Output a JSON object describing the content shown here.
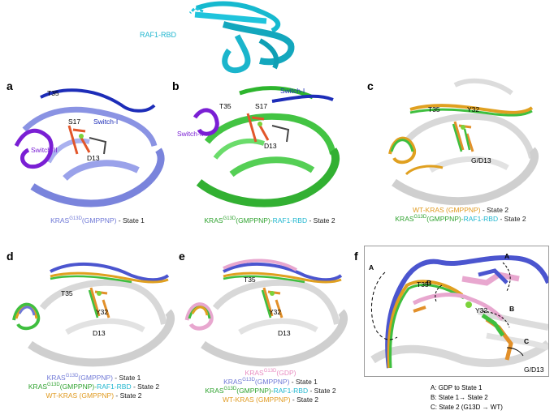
{
  "raf_label": "RAF1-RBD",
  "panels": {
    "a": {
      "letter": "a",
      "labels": {
        "T35": "T35",
        "S17": "S17",
        "switch1": "Switch-I",
        "switch2": "Switch-II",
        "D13": "D13"
      },
      "caption": [
        {
          "kras": "KRAS",
          "sup": "G13D",
          "tail": "(GMPPNP)",
          "state": " - State 1"
        }
      ]
    },
    "b": {
      "letter": "b",
      "labels": {
        "T35": "T35",
        "S17": "S17",
        "switch1": "Switch-I",
        "switch2": "Switch-II",
        "D13": "D13"
      },
      "caption": [
        {
          "kras": "KRAS",
          "sup": "G13D",
          "tail": "(GMPPNP)-",
          "raf": "RAF1-RBD",
          "state": " - State 2"
        }
      ]
    },
    "c": {
      "letter": "c",
      "labels": {
        "T35": "T35",
        "Y32": "Y32",
        "D13": "G/D13"
      },
      "caption": [
        {
          "wt": "WT-KRAS (GMPPNP)",
          "state": " - State 2"
        },
        {
          "kras": "KRAS",
          "sup": "G13D",
          "tail": "(GMPPNP)-",
          "raf": "RAF1-RBD",
          "state": " - State 2"
        }
      ]
    },
    "d": {
      "letter": "d",
      "labels": {
        "T35": "T35",
        "Y32": "Y32",
        "D13": "D13"
      },
      "caption": [
        {
          "kras": "KRAS",
          "sup": "G13D",
          "tail": "(GMPPNP)",
          "state": " - State 1"
        },
        {
          "kras": "KRAS",
          "sup": "G13D",
          "tail": "(GMPPNP)-",
          "raf": "RAF1-RBD",
          "state": " - State 2"
        },
        {
          "wt": "WT-KRAS (GMPPNP)",
          "state": " - State 2"
        }
      ]
    },
    "e": {
      "letter": "e",
      "labels": {
        "T35": "T35",
        "Y32": "Y32",
        "D13": "D13"
      },
      "caption": [
        {
          "kras": "KRAS",
          "sup": "G13D",
          "tail": "(GDP)"
        },
        {
          "kras": "KRAS",
          "sup": "G13D",
          "tail": "(GMPPNP)",
          "state": " - State 1"
        },
        {
          "kras": "KRAS",
          "sup": "G13D",
          "tail": "(GMPPNP)-",
          "raf": "RAF1-RBD",
          "state": " - State 2"
        },
        {
          "wt": "WT-KRAS (GMPPNP)",
          "state": " - State 2"
        }
      ]
    },
    "f": {
      "letter": "f",
      "labels": {
        "A_left": "A",
        "A_right": "A",
        "B_left": "B",
        "B_right": "B",
        "C": "C",
        "T35": "T35",
        "Y32": "Y32",
        "D13": "G/D13"
      },
      "legend": [
        "A: GDP to State 1",
        "B: State 1→ State 2",
        "C: State  2 (G13D → WT)"
      ]
    }
  }
}
